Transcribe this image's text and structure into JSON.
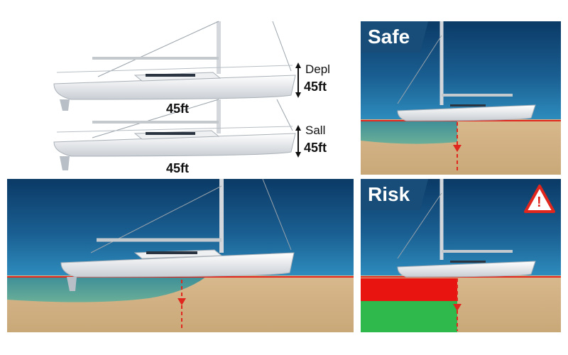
{
  "top_left": {
    "boat_1": {
      "side_label": "Depl",
      "height_label": "45ft",
      "length_label": "45ft"
    },
    "boat_2": {
      "side_label": "Sall",
      "height_label": "45ft",
      "length_label": "45ft"
    }
  },
  "safe_panel": {
    "title": "Safe"
  },
  "risk_panel": {
    "title": "Risk",
    "warning_icon_label": "!"
  },
  "colors": {
    "water_dark": "#0b3a66",
    "water_light": "#2f8fc0",
    "sand": "#d8b98d",
    "waterline_red": "#e0261d",
    "zone_red": "#e8140f",
    "zone_green": "#2fb84c",
    "banner_blue": "#174d78",
    "hull_white": "#f2f4f6"
  }
}
